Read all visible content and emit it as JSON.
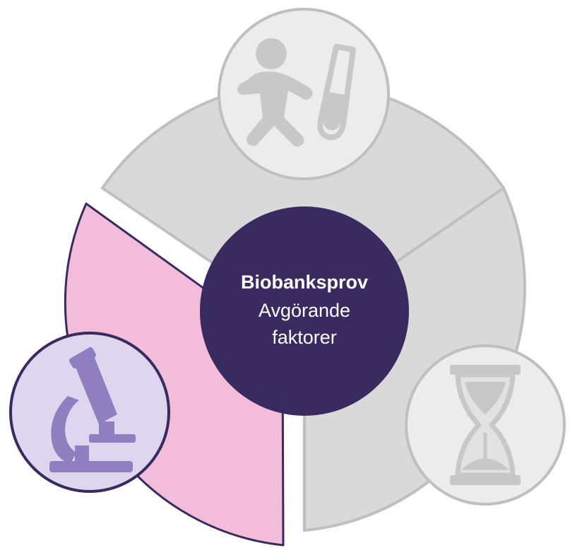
{
  "center": {
    "title": "Biobanksprov",
    "subtitle_line1": "Avgörande",
    "subtitle_line2": "faktorer"
  },
  "segments": [
    {
      "id": "sample",
      "icon": "person-and-test-tube-icon",
      "state": "inactive"
    },
    {
      "id": "time",
      "icon": "hourglass-icon",
      "state": "inactive"
    },
    {
      "id": "analysis",
      "icon": "microscope-icon",
      "state": "active"
    }
  ],
  "colors": {
    "center_fill": "#392b5f",
    "center_text": "#ffffff",
    "inactive_fill": "#d9d9d9",
    "inactive_stroke": "#bfbfbf",
    "inactive_icon": "#c8c8c8",
    "active_fill": "#f3bcda",
    "active_stroke": "#392b5f",
    "active_icon_bg": "#ddd6ee",
    "active_icon": "#8f7fc0"
  }
}
